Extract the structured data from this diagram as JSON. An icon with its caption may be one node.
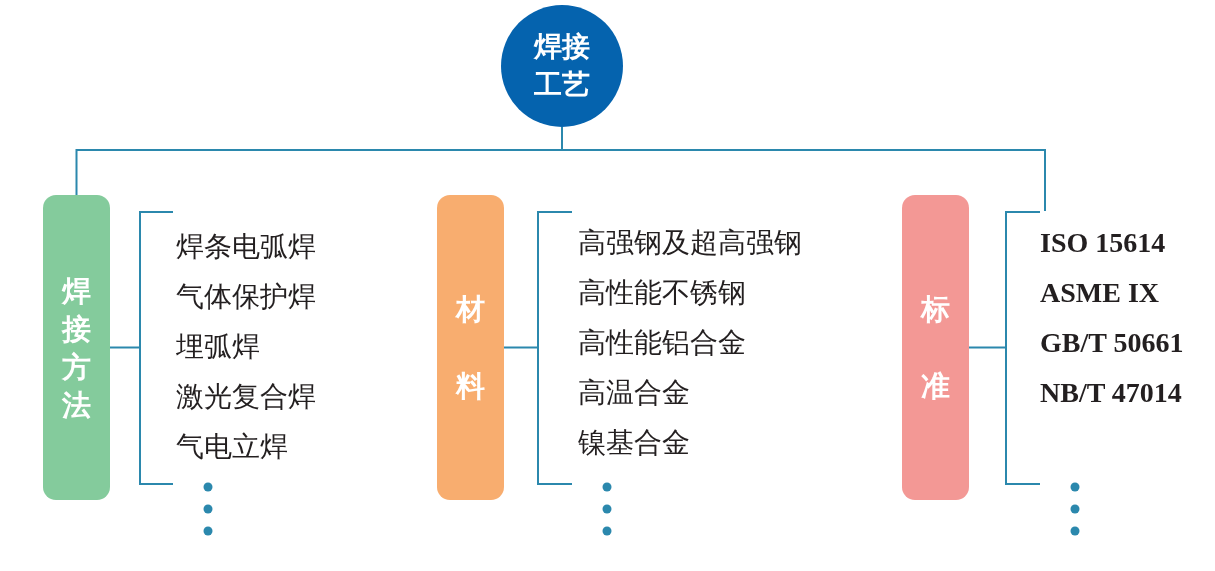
{
  "diagram": {
    "nodes": [
      {
        "text": [
          "焊接工艺"
        ]
      },
      {
        "text": [
          "焊接方法"
        ]
      },
      {
        "text": [
          "焊条电弧焊",
          "气体保护焊",
          "埋弧焊",
          "激光复合焊",
          "气电立焊"
        ]
      },
      {
        "text": [
          "材料"
        ]
      },
      {
        "text": [
          "高强钢及超高强钢",
          "高性能不锈钢",
          "高性能铝合金",
          "高温合金",
          "镍基合金"
        ]
      },
      {
        "text": [
          "标准"
        ]
      },
      {
        "text": [
          "ISO 15614",
          "ASME IX",
          "GB/T 50661",
          "NB/T 47014"
        ]
      }
    ],
    "edges": [
      {
        "from": 0,
        "to": 1,
        "arrow": "none"
      },
      {
        "from": 0,
        "to": 6,
        "arrow": "none"
      },
      {
        "from": 1,
        "to": 2,
        "arrow": "none"
      },
      {
        "from": 3,
        "to": 4,
        "arrow": "none"
      },
      {
        "from": 5,
        "to": 6,
        "arrow": "none"
      }
    ]
  }
}
